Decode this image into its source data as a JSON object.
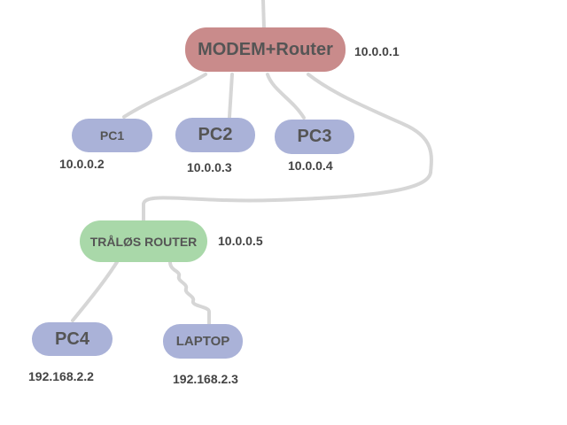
{
  "nodes": {
    "modem": {
      "label": "MODEM+Router",
      "ip": "10.0.0.1"
    },
    "pc1": {
      "label": "PC1",
      "ip": "10.0.0.2"
    },
    "pc2": {
      "label": "PC2",
      "ip": "10.0.0.3"
    },
    "pc3": {
      "label": "PC3",
      "ip": "10.0.0.4"
    },
    "wrouter": {
      "label": "TRÅLØS ROUTER",
      "ip": "10.0.0.5"
    },
    "pc4": {
      "label": "PC4",
      "ip": "192.168.2.2"
    },
    "laptop": {
      "label": "LAPTOP",
      "ip": "192.168.2.3"
    }
  },
  "colors": {
    "modem": "#c98b8b",
    "pc": "#aab2d8",
    "wireless_router": "#a9d8a9",
    "link": "#d6d6d6",
    "text": "#555555"
  }
}
